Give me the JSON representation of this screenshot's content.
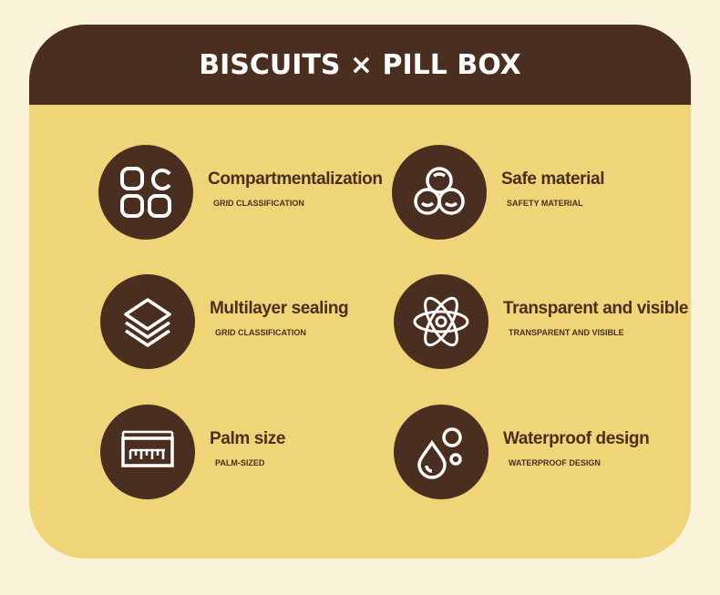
{
  "header": {
    "title": "BISCUITS × PILL BOX"
  },
  "features": [
    {
      "icon": "grid-icon",
      "title": "Compartmentalization",
      "subtitle": "GRID CLASSIFICATION"
    },
    {
      "icon": "circles-icon",
      "title": "Safe material",
      "subtitle": "SAFETY MATERIAL"
    },
    {
      "icon": "layers-icon",
      "title": "Multilayer sealing",
      "subtitle": "GRID CLASSIFICATION"
    },
    {
      "icon": "atom-icon",
      "title": "Transparent and visible",
      "subtitle": "TRANSPARENT AND VISIBLE"
    },
    {
      "icon": "ruler-icon",
      "title": "Palm size",
      "subtitle": "PALM-SIZED"
    },
    {
      "icon": "water-drops-icon",
      "title": "Waterproof design",
      "subtitle": "WATERPROOF DESIGN"
    }
  ],
  "colors": {
    "background": "#faf3da",
    "card": "#efd577",
    "brown": "#4a2e20"
  }
}
